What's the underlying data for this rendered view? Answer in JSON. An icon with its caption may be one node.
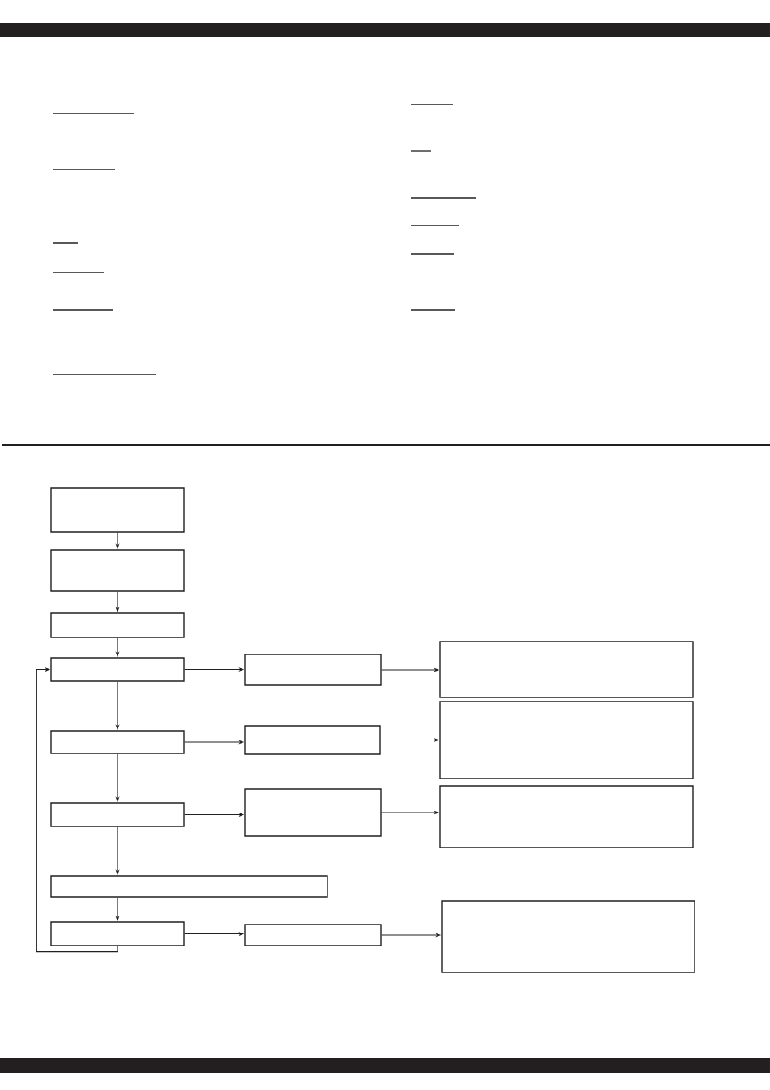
{
  "diagram": {
    "nodes": [
      {
        "text": [],
        "shape": "box"
      },
      {
        "text": [],
        "shape": "box"
      },
      {
        "text": [],
        "shape": "box"
      },
      {
        "text": [],
        "shape": "box"
      },
      {
        "text": [],
        "shape": "box"
      },
      {
        "text": [],
        "shape": "box"
      },
      {
        "text": [],
        "shape": "box"
      },
      {
        "text": [],
        "shape": "box"
      },
      {
        "text": [],
        "shape": "box"
      },
      {
        "text": [],
        "shape": "box"
      },
      {
        "text": [],
        "shape": "box"
      },
      {
        "text": [],
        "shape": "box"
      },
      {
        "text": [],
        "shape": "box"
      },
      {
        "text": [],
        "shape": "box"
      },
      {
        "text": [],
        "shape": "box"
      },
      {
        "text": [],
        "shape": "box"
      }
    ],
    "edges": [
      {
        "from": 0,
        "to": 1,
        "arrow": "to"
      },
      {
        "from": 1,
        "to": 2,
        "arrow": "to"
      },
      {
        "from": 2,
        "to": 3,
        "arrow": "to"
      },
      {
        "from": 3,
        "to": 4,
        "arrow": "to"
      },
      {
        "from": 4,
        "to": 5,
        "arrow": "to"
      },
      {
        "from": 3,
        "to": 6,
        "arrow": "to"
      },
      {
        "from": 6,
        "to": 7,
        "arrow": "to"
      },
      {
        "from": 7,
        "to": 8,
        "arrow": "to"
      },
      {
        "from": 6,
        "to": 9,
        "arrow": "to"
      },
      {
        "from": 9,
        "to": 10,
        "arrow": "to"
      },
      {
        "from": 10,
        "to": 11,
        "arrow": "to"
      },
      {
        "from": 9,
        "to": 12,
        "arrow": "to"
      },
      {
        "from": 12,
        "to": 13,
        "arrow": "to"
      },
      {
        "from": 13,
        "to": 14,
        "arrow": "to"
      },
      {
        "from": 14,
        "to": 15,
        "arrow": "to"
      },
      {
        "from": 13,
        "to": 3,
        "arrow": "to"
      }
    ]
  }
}
